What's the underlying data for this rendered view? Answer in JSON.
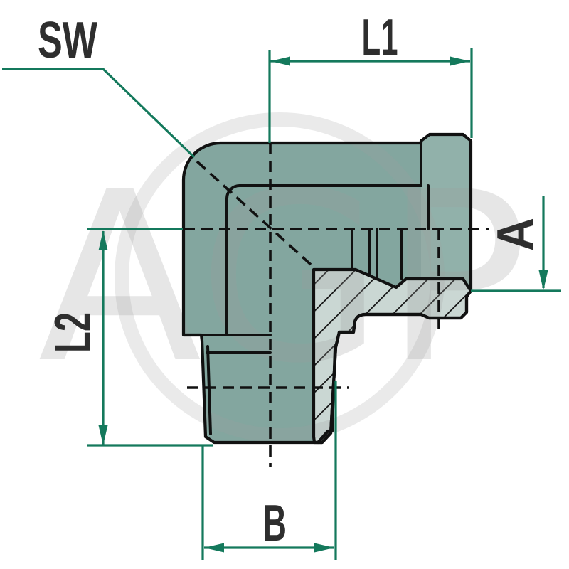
{
  "labels": {
    "sw": "SW",
    "l1": "L1",
    "l2": "L2",
    "a": "A",
    "b": "B"
  },
  "watermark": {
    "text": "AGP"
  },
  "colors": {
    "dim": "#14795c",
    "line": "#111111",
    "body": "#83a69f",
    "flange": "#91b1aa",
    "hatch_fill": "#cad7d3",
    "label": "#2e2e2e",
    "watermark": "#9e9e9e"
  }
}
